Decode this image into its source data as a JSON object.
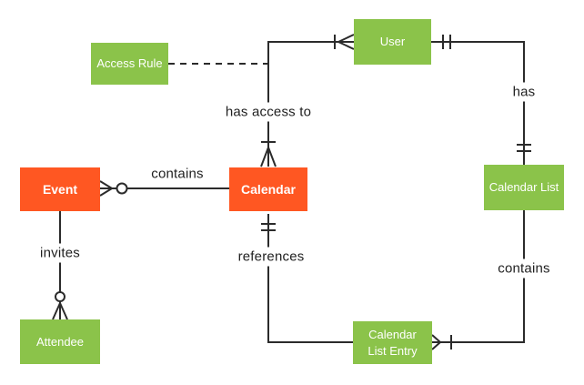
{
  "diagram": {
    "type": "entity-relationship",
    "notation": "crows-foot",
    "colors": {
      "entity_green": "#8BC34A",
      "entity_orange": "#FF5722",
      "entity_text": "#ffffff",
      "line": "#2b2b2b",
      "label_text": "#1f1f1f",
      "background": "#ffffff"
    },
    "entities": {
      "access_rule": {
        "label": "Access Rule",
        "fill": "#8BC34A"
      },
      "user": {
        "label": "User",
        "fill": "#8BC34A"
      },
      "event": {
        "label": "Event",
        "fill": "#FF5722"
      },
      "calendar": {
        "label": "Calendar",
        "fill": "#FF5722"
      },
      "calendar_list": {
        "label": "Calendar List",
        "fill": "#8BC34A"
      },
      "attendee": {
        "label": "Attendee",
        "fill": "#8BC34A"
      },
      "calendar_list_entry": {
        "label": "Calendar List Entry",
        "fill": "#8BC34A"
      }
    },
    "relationships": {
      "has_access_to": {
        "label": "has access to",
        "from": "User",
        "to": "Calendar",
        "from_end": "one-or-many",
        "to_end": "one-or-many",
        "style": "solid"
      },
      "user_has": {
        "label": "has",
        "from": "User",
        "to": "Calendar List",
        "from_end": "one-and-only-one",
        "to_end": "one-and-only-one",
        "style": "solid"
      },
      "event_contains": {
        "label": "contains",
        "from": "Event",
        "to": "Calendar",
        "from_end": "zero-or-many",
        "to_end": "plain",
        "style": "solid"
      },
      "invites": {
        "label": "invites",
        "from": "Event",
        "to": "Attendee",
        "from_end": "plain",
        "to_end": "zero-or-many",
        "style": "solid"
      },
      "references": {
        "label": "references",
        "from": "Calendar",
        "to": "Calendar List Entry",
        "from_end": "one-and-only-one",
        "to_end": "plain",
        "style": "solid"
      },
      "list_contains": {
        "label": "contains",
        "from": "Calendar List",
        "to": "Calendar List Entry",
        "from_end": "plain",
        "to_end": "one-or-many",
        "style": "solid"
      },
      "access_rule_link": {
        "label": "",
        "from": "Access Rule",
        "to": "has_access_to",
        "style": "dashed"
      }
    }
  }
}
